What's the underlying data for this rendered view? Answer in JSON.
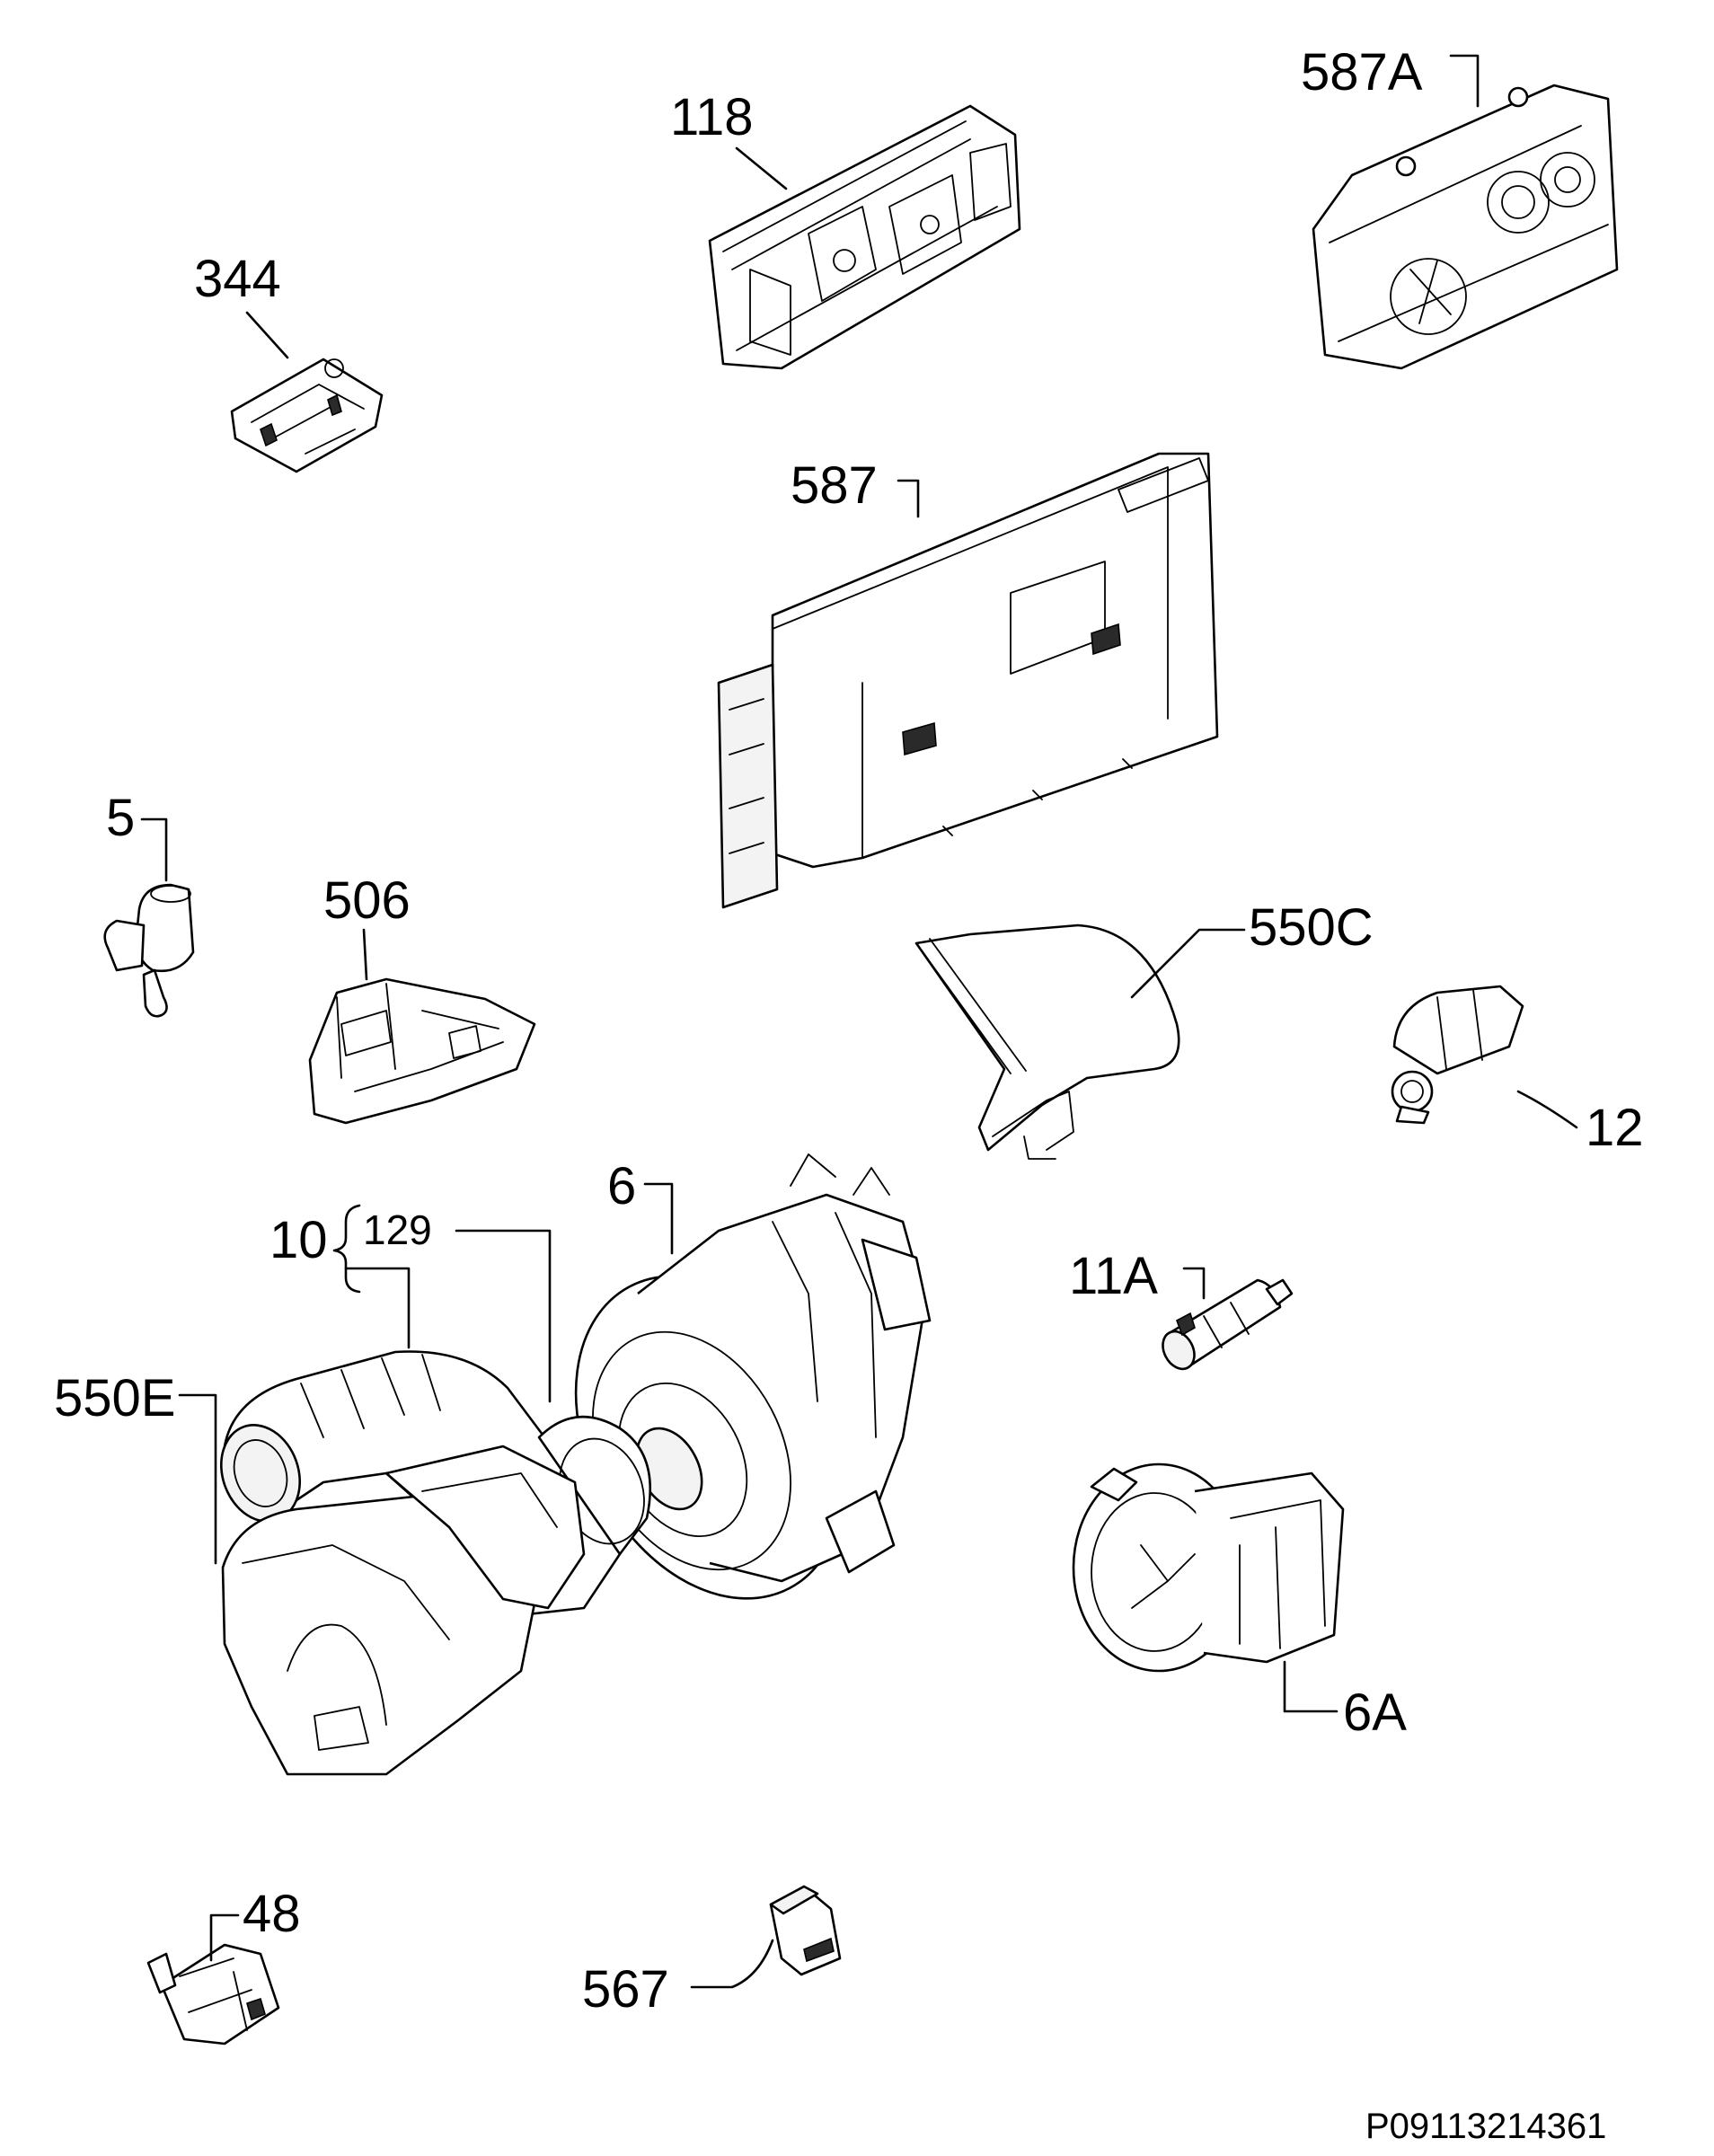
{
  "diagram_code": "P09113214361",
  "labels": {
    "p118": "118",
    "p587A": "587A",
    "p344": "344",
    "p587": "587",
    "p5": "5",
    "p506": "506",
    "p550C": "550C",
    "p12": "12",
    "p6": "6",
    "p10": "10",
    "p129": "129",
    "p11A": "11A",
    "p550E": "550E",
    "p6A": "6A",
    "p48": "48",
    "p567": "567"
  }
}
